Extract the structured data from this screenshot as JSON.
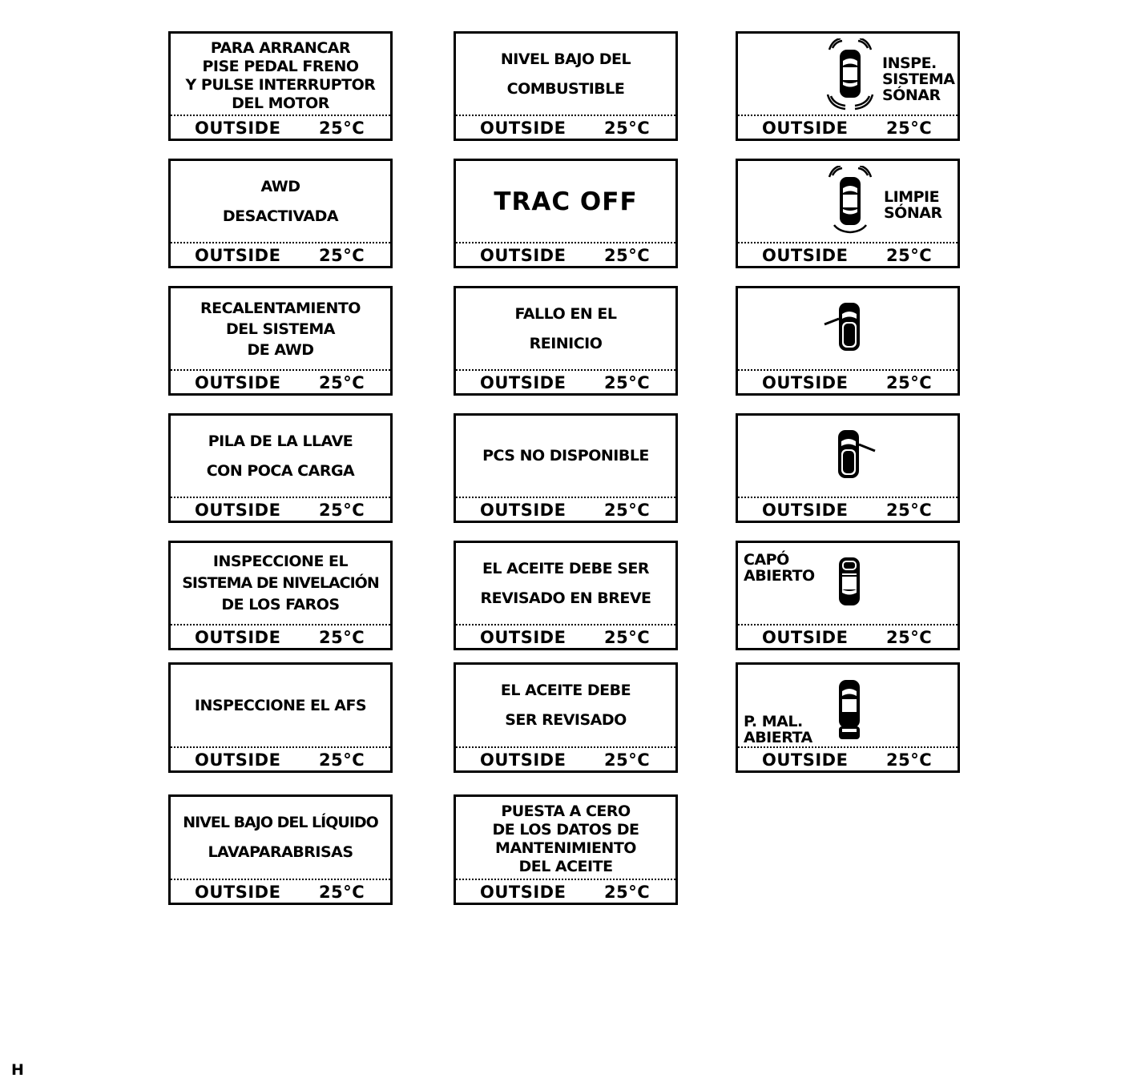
{
  "footer": {
    "label": "OUTSIDE",
    "temp": "25°C"
  },
  "page_mark": "H",
  "panels": {
    "p1": [
      "PARA ARRANCAR",
      "PISE PEDAL FRENO",
      "Y PULSE INTERRUPTOR",
      "DEL MOTOR"
    ],
    "p2": [
      "NIVEL BAJO DEL",
      "COMBUSTIBLE"
    ],
    "p3": {
      "text": [
        "INSPE.",
        "SISTEMA",
        "SÓNAR"
      ],
      "icon": "sonar-car-icon"
    },
    "p4": [
      "AWD",
      "DESACTIVADA"
    ],
    "p5": [
      "TRAC OFF"
    ],
    "p6": {
      "text": [
        "LIMPIE",
        "SÓNAR"
      ],
      "icon": "sonar-car-icon"
    },
    "p7": [
      "RECALENTAMIENTO",
      "DEL SISTEMA",
      "DE AWD"
    ],
    "p8": [
      "FALLO EN EL",
      "REINICIO"
    ],
    "p9": {
      "icon": "car-door-open-left-icon"
    },
    "p10": [
      "PILA DE LA LLAVE",
      "CON POCA CARGA"
    ],
    "p11": [
      "PCS NO DISPONIBLE"
    ],
    "p12": {
      "icon": "car-door-open-right-icon"
    },
    "p13": [
      "INSPECCIONE EL",
      "SISTEMA DE NIVELACIÓN",
      "DE LOS FAROS"
    ],
    "p14": [
      "EL ACEITE DEBE SER",
      "REVISADO EN BREVE"
    ],
    "p15": {
      "text": [
        "CAPÓ",
        "ABIERTO"
      ],
      "icon": "car-hood-open-icon"
    },
    "p16": [
      "INSPECCIONE EL AFS"
    ],
    "p17": [
      "EL ACEITE DEBE",
      "SER REVISADO"
    ],
    "p18": {
      "text": [
        "P. MAL.",
        "ABIERTA"
      ],
      "icon": "car-trunk-open-icon"
    },
    "p19": [
      "NIVEL BAJO DEL LÍQUIDO",
      "LAVAPARABRISAS"
    ],
    "p20": [
      "PUESTA A CERO",
      "DE LOS DATOS DE",
      "MANTENIMIENTO",
      "DEL ACEITE"
    ]
  }
}
